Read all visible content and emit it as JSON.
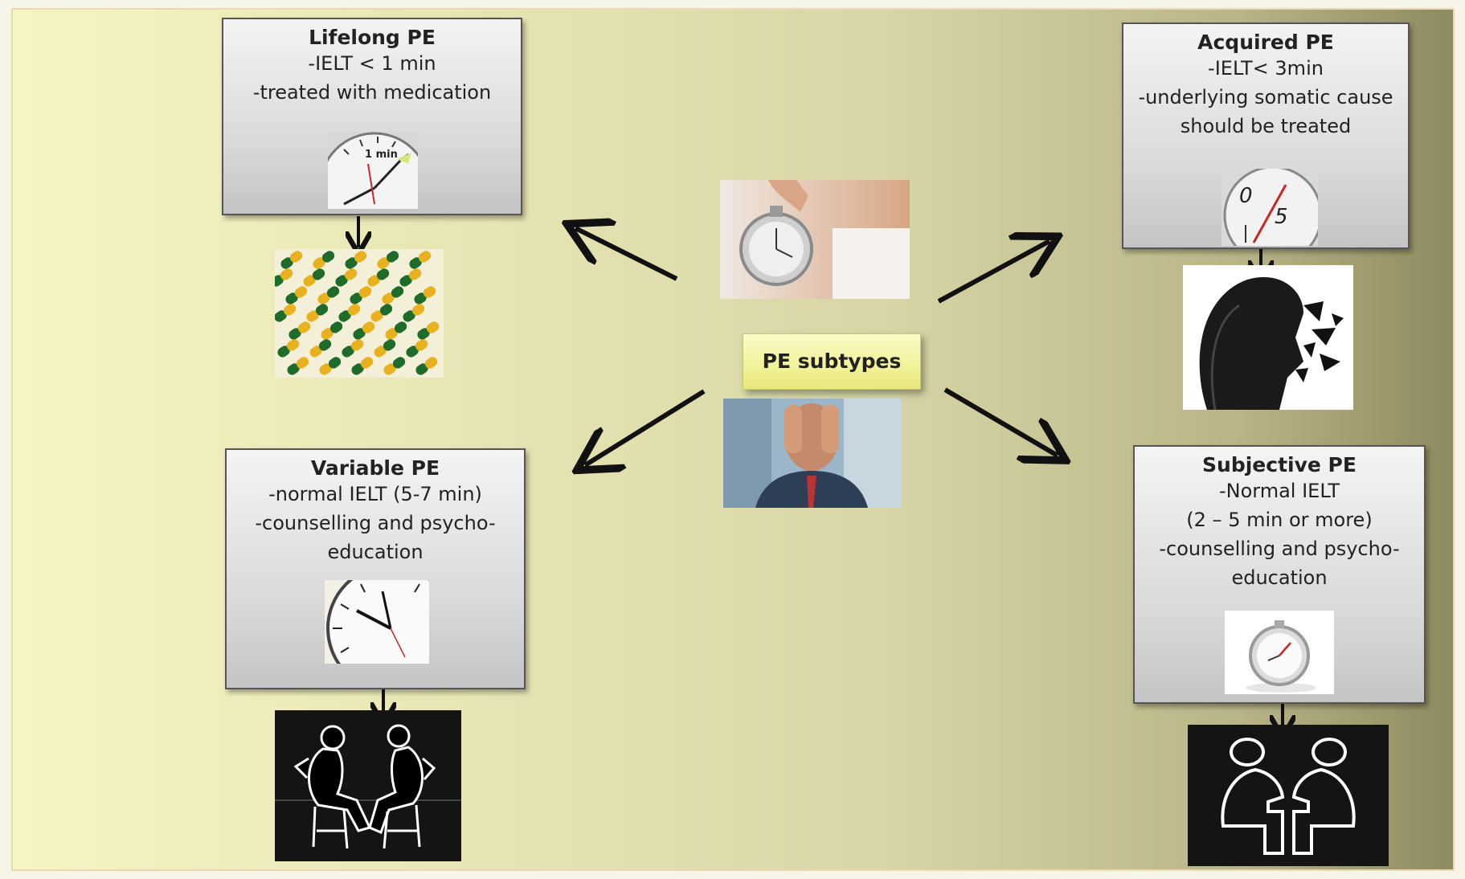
{
  "center": {
    "label": "PE subtypes"
  },
  "lifelong": {
    "title": "Lifelong PE",
    "lines": [
      "-IELT < 1 min",
      "-treated with medication"
    ]
  },
  "acquired": {
    "title": "Acquired PE",
    "lines": [
      "-IELT< 3min",
      "-underlying somatic cause",
      "should be treated"
    ]
  },
  "variable": {
    "title": "Variable PE",
    "lines": [
      "-normal  IELT  (5-7 min)",
      "-counselling and psycho-",
      "education"
    ]
  },
  "subjective": {
    "title": "Subjective PE",
    "lines": [
      "-Normal  IELT",
      "(2 – 5  min or more)",
      "-counselling and psycho-",
      "education"
    ]
  },
  "icons": {
    "lifelong_clock_text": "1 min",
    "acquired_dial_labels": [
      "0",
      "5"
    ]
  },
  "colors": {
    "pill_green": "#1f6b2a",
    "pill_yellow": "#e8b21e",
    "box_border": "#555555",
    "tag_fill": "#f2f298"
  }
}
